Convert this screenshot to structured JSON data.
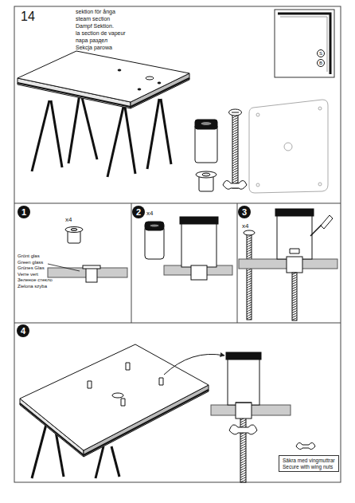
{
  "diagram": {
    "nodes": [
      {
        "text": [
          "S"
        ]
      },
      {
        "text": [
          "B"
        ]
      },
      {
        "text": [
          "1"
        ]
      },
      {
        "text": [
          "2"
        ]
      },
      {
        "text": [
          "3"
        ]
      },
      {
        "text": [
          "4"
        ]
      },
      {
        "text": [
          "Säkra med vingmuttrar",
          "Secure with wing nuts"
        ]
      }
    ],
    "labels": [
      "14",
      "sektion för ånga",
      "steam section",
      "Dampf Sektion.",
      "la section de vapeur",
      "пара раздел",
      "Sekcja parowa",
      "x4",
      "Grönt glas",
      "Green glass",
      "Grünes Glas",
      "Verre vert",
      "Зеленое стекло",
      "Zielona szyba",
      "x4",
      "x4"
    ]
  }
}
